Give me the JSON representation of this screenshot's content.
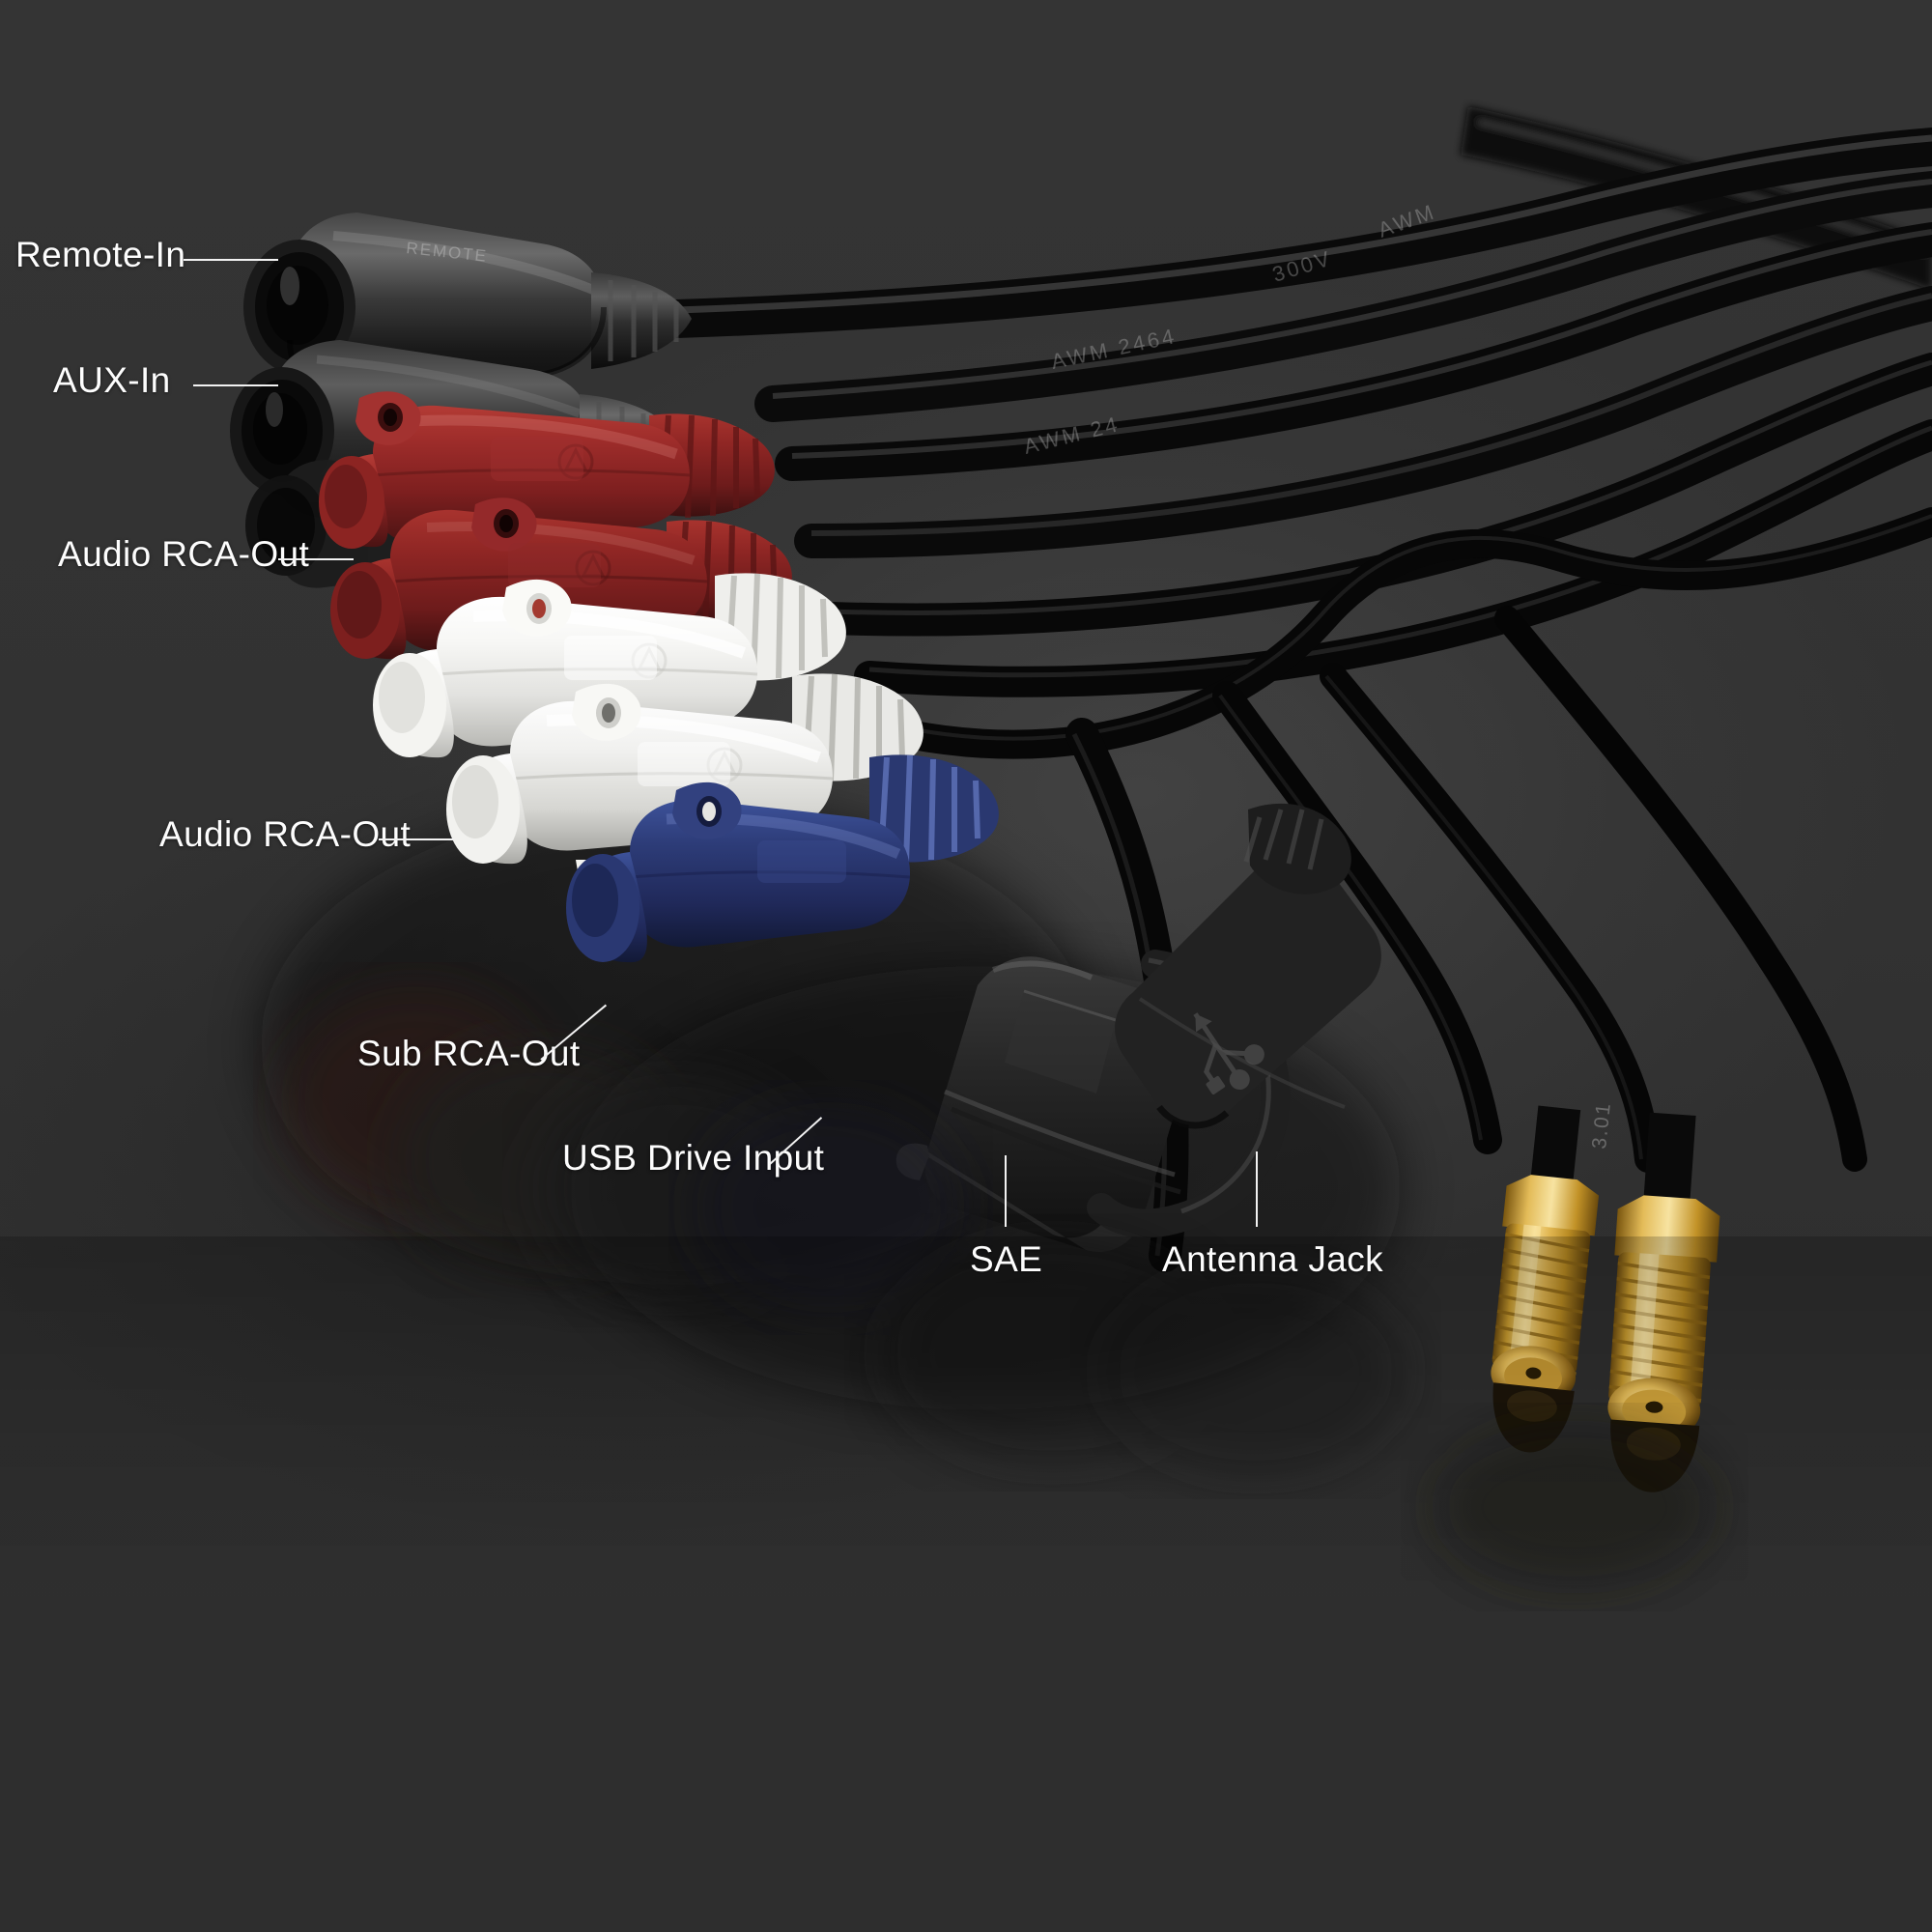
{
  "image": {
    "subject": "Car stereo wiring harness connector pigtail",
    "background_color": "#323232",
    "label_color": "#fdfdfd",
    "leader_color": "#f2f2f2"
  },
  "palette": {
    "background": "#323232",
    "cable_black": "#141414",
    "connector_black": "#2a2a2a",
    "rca_red": "#8e2626",
    "rca_white": "#f2f2f2",
    "rca_blue": "#2b3a78",
    "gold": "#d8a63c",
    "label_white": "#fdfdfd"
  },
  "cable_markings": [
    "AWM 2464",
    "300V",
    "3.01"
  ],
  "callouts": [
    {
      "id": "remote-in",
      "label": "Remote-In",
      "leader": "horizontal"
    },
    {
      "id": "aux-in",
      "label": "AUX-In",
      "leader": "horizontal"
    },
    {
      "id": "audio-rca-out-1",
      "label": "Audio RCA-Out",
      "leader": "horizontal"
    },
    {
      "id": "audio-rca-out-2",
      "label": "Audio RCA-Out",
      "leader": "horizontal"
    },
    {
      "id": "sub-rca-out",
      "label": "Sub RCA-Out",
      "leader": "diagonal"
    },
    {
      "id": "usb-drive-input",
      "label": "USB Drive Input",
      "leader": "diagonal"
    },
    {
      "id": "sae",
      "label": "SAE",
      "leader": "vertical"
    },
    {
      "id": "antenna-jack",
      "label": "Antenna Jack",
      "leader": "vertical"
    }
  ]
}
